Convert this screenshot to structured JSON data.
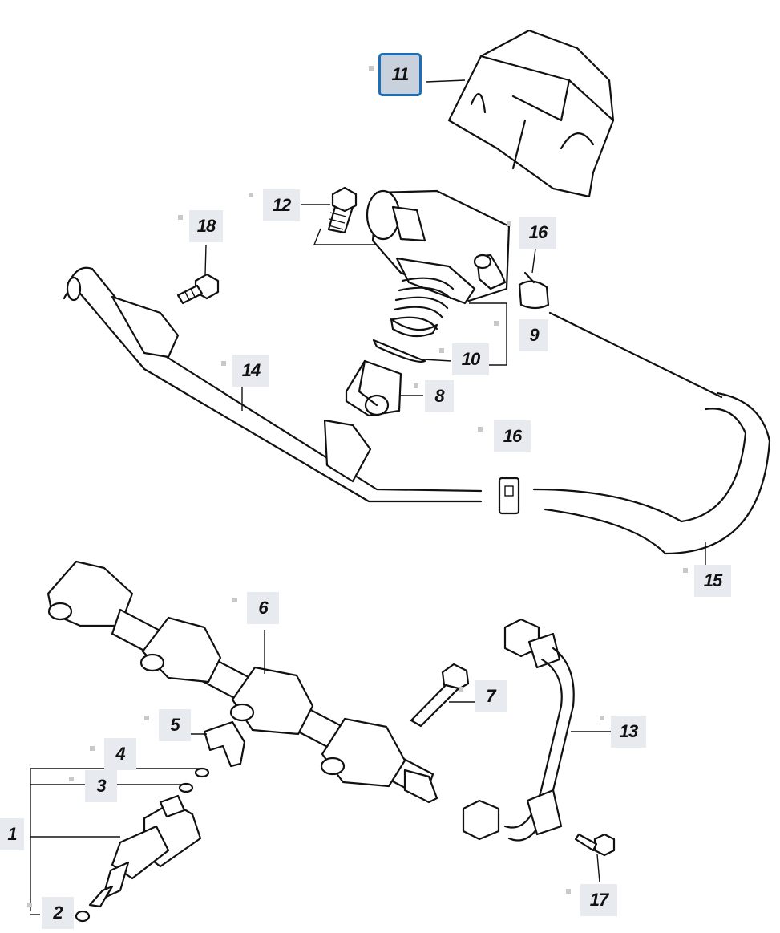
{
  "callouts": {
    "c11": "11",
    "c12": "12",
    "c18": "18",
    "c16a": "16",
    "c9": "9",
    "c10": "10",
    "c8": "8",
    "c14": "14",
    "c16b": "16",
    "c15": "15",
    "c6": "6",
    "c7": "7",
    "c5": "5",
    "c13": "13",
    "c4": "4",
    "c3": "3",
    "c1": "1",
    "c17": "17",
    "c2": "2"
  },
  "selected_part": "11",
  "colors": {
    "callout_bg": "#e7ebf0",
    "selected_border": "#1d6fb5",
    "line": "#111111"
  }
}
